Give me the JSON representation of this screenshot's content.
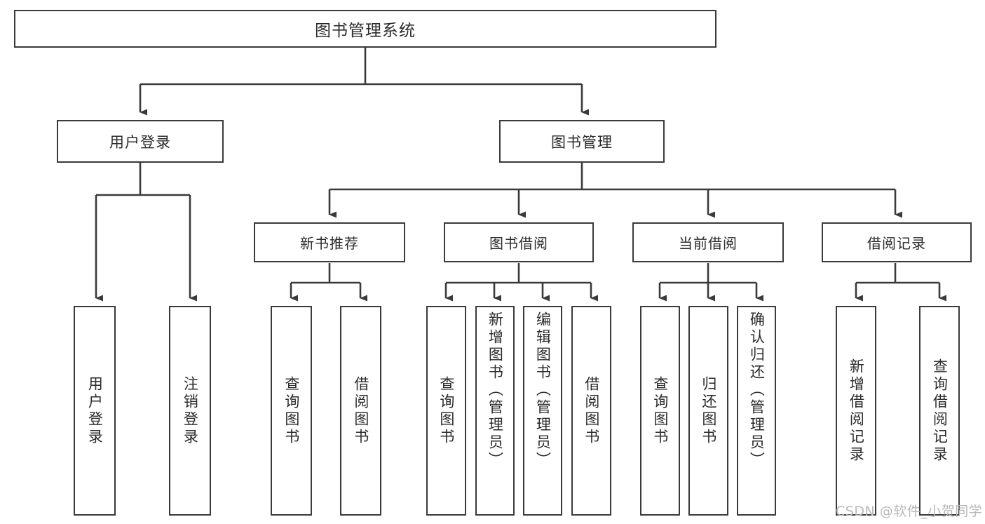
{
  "diagram": {
    "type": "tree-hierarchy",
    "title": "图书管理系统",
    "watermark": "CSDN @软件_小贺同学",
    "colors": {
      "box_border": "#3a3a3a",
      "box_fill": "#ffffff",
      "connector": "#3a3a3a",
      "text": "#2b2b2b",
      "watermark": "#b9b9b9",
      "background": "#ffffff"
    },
    "root": {
      "label": "图书管理系统"
    },
    "level2": [
      {
        "id": "user-login",
        "label": "用户登录"
      },
      {
        "id": "book-management",
        "label": "图书管理"
      }
    ],
    "level3": [
      {
        "id": "new-book-recommend",
        "label": "新书推荐",
        "parent": "book-management"
      },
      {
        "id": "book-borrow",
        "label": "图书借阅",
        "parent": "book-management"
      },
      {
        "id": "current-borrow",
        "label": "当前借阅",
        "parent": "book-management"
      },
      {
        "id": "borrow-record",
        "label": "借阅记录",
        "parent": "book-management"
      }
    ],
    "leaves": [
      {
        "id": "leaf-user-login",
        "label": "用户登录",
        "parent": "user-login"
      },
      {
        "id": "leaf-logout",
        "label": "注销登录",
        "parent": "user-login"
      },
      {
        "id": "leaf-query-book-1",
        "label": "查询图书",
        "parent": "new-book-recommend"
      },
      {
        "id": "leaf-borrow-book-1",
        "label": "借阅图书",
        "parent": "new-book-recommend"
      },
      {
        "id": "leaf-query-book-2",
        "label": "查询图书",
        "parent": "book-borrow"
      },
      {
        "id": "leaf-add-book",
        "label": "新增图书（管理员）",
        "parent": "book-borrow"
      },
      {
        "id": "leaf-edit-book",
        "label": "编辑图书（管理员）",
        "parent": "book-borrow"
      },
      {
        "id": "leaf-borrow-book-2",
        "label": "借阅图书",
        "parent": "book-borrow"
      },
      {
        "id": "leaf-query-book-3",
        "label": "查询图书",
        "parent": "current-borrow"
      },
      {
        "id": "leaf-return-book",
        "label": "归还图书",
        "parent": "current-borrow"
      },
      {
        "id": "leaf-confirm-return",
        "label": "确认归还（管理员）",
        "parent": "current-borrow"
      },
      {
        "id": "leaf-add-record",
        "label": "新增借阅记录",
        "parent": "borrow-record"
      },
      {
        "id": "leaf-query-record",
        "label": "查询借阅记录",
        "parent": "borrow-record"
      }
    ]
  }
}
